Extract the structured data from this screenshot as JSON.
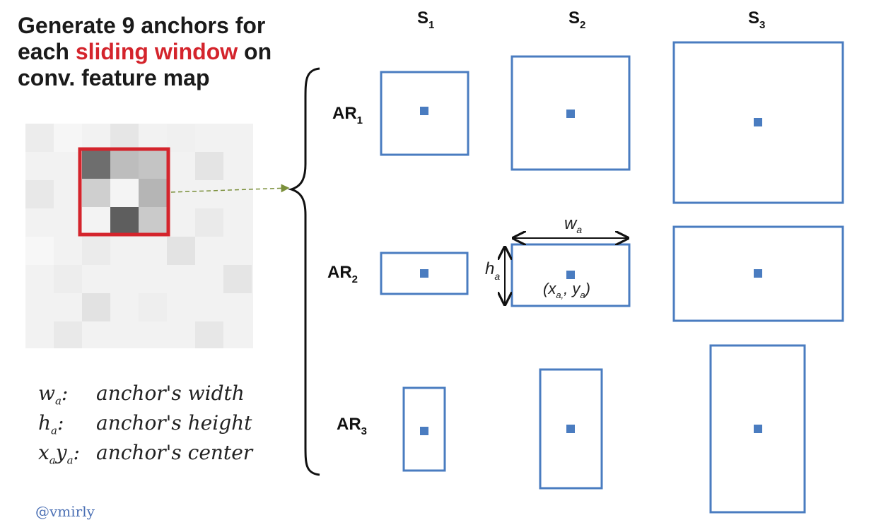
{
  "title": {
    "prefix": "Generate 9 anchors for each",
    "highlight": "sliding window",
    "suffix": "on conv. feature map"
  },
  "scale_labels": [
    "S1",
    "S2",
    "S3"
  ],
  "aspect_ratio_labels": [
    "AR1",
    "AR2",
    "AR3"
  ],
  "annotation": {
    "width_symbol": "w",
    "width_sub": "a",
    "height_symbol": "h",
    "height_sub": "a",
    "center_label": "(x",
    "center_sub_x": "a,",
    "center_mid": ", y",
    "center_sub_y": "a",
    "center_close": ")"
  },
  "legend": [
    {
      "symbol": "w",
      "sub": "a",
      "suffix": ":",
      "text": "anchor's width"
    },
    {
      "symbol": "h",
      "sub": "a",
      "suffix": ":",
      "text": "anchor's height"
    },
    {
      "symbol": "x",
      "sub": "a",
      "suffix2": "y",
      "sub2": "a",
      "suffix": ":",
      "text": "anchor's center"
    }
  ],
  "credit": "@vmirly",
  "colors": {
    "anchor_box": "#4a7cc0",
    "center_dot": "#4a7cc0",
    "window_highlight": "#d4242c",
    "title_highlight": "#d4242c",
    "arrow": "#7a8f3a"
  }
}
